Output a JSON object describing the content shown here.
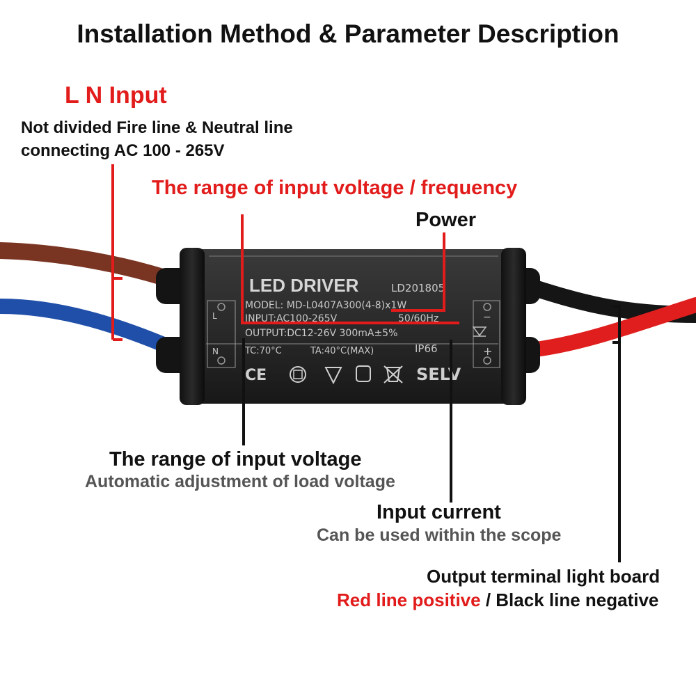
{
  "title": "Installation Method & Parameter Description",
  "ln_input": {
    "title": "L N Input",
    "line1": "Not divided Fire line & Neutral line",
    "line2": "connecting AC 100 - 265V"
  },
  "range_frequency": "The range of input voltage / frequency",
  "power": "Power",
  "range_input": {
    "title": "The range of input voltage",
    "subtitle": "Automatic adjustment of load voltage"
  },
  "input_current": {
    "title": "Input current",
    "subtitle": "Can be used within the scope"
  },
  "output": {
    "title": "Output terminal light board",
    "red": "Red line positive",
    "separator": " / ",
    "black": "Black line negative"
  },
  "device": {
    "brand": "LED DRIVER",
    "code": "LD201805",
    "model": "MODEL: MD-L0407A300(4-8)x1W",
    "input": "INPUT:AC100-265V",
    "freq": "50/60Hz",
    "output": "OUTPUT:DC12-26V 300mA±5%",
    "tc": "TC:70°C",
    "ta": "TA:40°C(MAX)",
    "ip": "IP66",
    "selv": "SELV",
    "ce": "CE",
    "l": "L",
    "n": "N",
    "minus": "−",
    "plus": "+"
  },
  "colors": {
    "annotation_red": "#e21b1b",
    "wire_brown": "#7a3422",
    "wire_blue": "#1f4fa8",
    "wire_red": "#e01e1e",
    "wire_black": "#151515",
    "case": "#2b2b2b"
  }
}
